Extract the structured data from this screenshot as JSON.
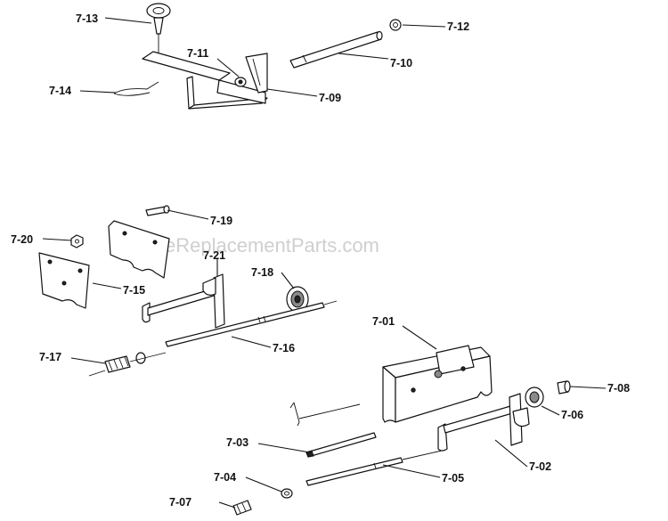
{
  "watermark": "eReplacementParts.com",
  "callouts": [
    {
      "id": "c13",
      "text": "7-13"
    },
    {
      "id": "c12",
      "text": "7-12"
    },
    {
      "id": "c11",
      "text": "7-11"
    },
    {
      "id": "c10",
      "text": "7-10"
    },
    {
      "id": "c14",
      "text": "7-14"
    },
    {
      "id": "c09",
      "text": "7-09"
    },
    {
      "id": "c19",
      "text": "7-19"
    },
    {
      "id": "c20",
      "text": "7-20"
    },
    {
      "id": "c21",
      "text": "7-21"
    },
    {
      "id": "c18",
      "text": "7-18"
    },
    {
      "id": "c15",
      "text": "7-15"
    },
    {
      "id": "c16",
      "text": "7-16"
    },
    {
      "id": "c17",
      "text": "7-17"
    },
    {
      "id": "c01",
      "text": "7-01"
    },
    {
      "id": "c08",
      "text": "7-08"
    },
    {
      "id": "c06",
      "text": "7-06"
    },
    {
      "id": "c03",
      "text": "7-03"
    },
    {
      "id": "c02",
      "text": "7-02"
    },
    {
      "id": "c04",
      "text": "7-04"
    },
    {
      "id": "c05",
      "text": "7-05"
    },
    {
      "id": "c07",
      "text": "7-07"
    }
  ]
}
